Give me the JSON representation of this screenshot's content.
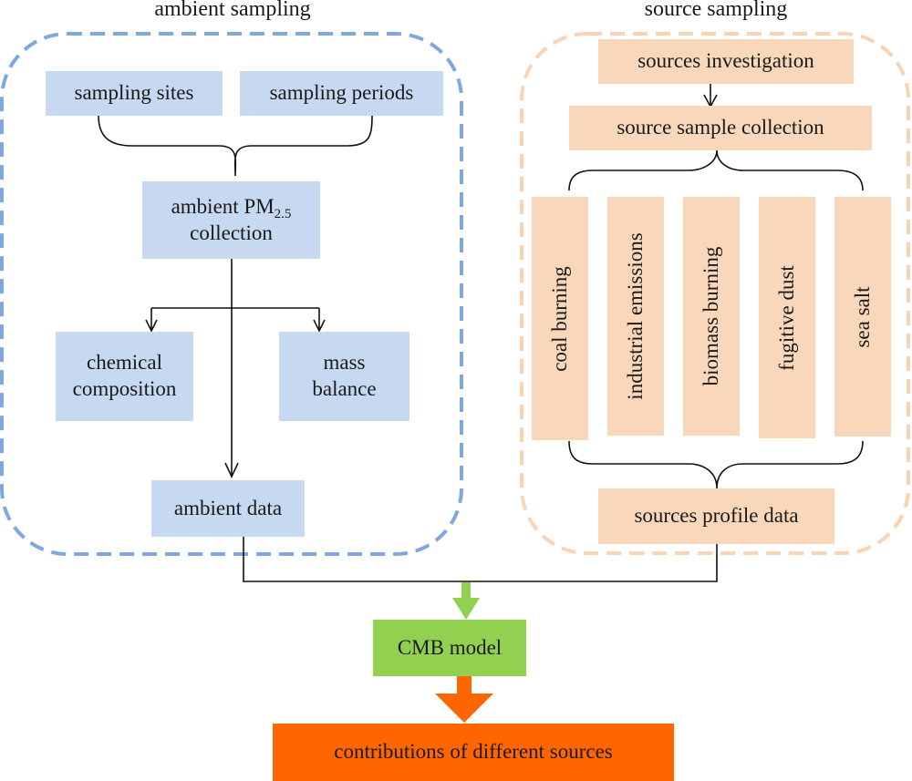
{
  "groups": {
    "ambient": {
      "title": "ambient sampling",
      "border_color": "#7fa8de",
      "fill_color": "#c6d9f0",
      "nodes": {
        "sampling_sites": "sampling sites",
        "sampling_periods": "sampling periods",
        "ambient_pm_line1_prefix": "ambient PM",
        "ambient_pm_subscript": "2.5",
        "ambient_pm_line2": "collection",
        "chemical_line1": "chemical",
        "chemical_line2": "composition",
        "mass_line1": "mass",
        "mass_line2": "balance",
        "ambient_data": "ambient data"
      }
    },
    "source": {
      "title": "source sampling",
      "border_color": "#f8d4b4",
      "fill_color": "#f8d7bb",
      "nodes": {
        "sources_investigation": "sources investigation",
        "source_sample_collection": "source sample collection",
        "categories": [
          "coal burning",
          "industrial emissions",
          "biomass burning",
          "fugitive dust",
          "sea salt"
        ],
        "sources_profile_data": "sources profile data"
      }
    }
  },
  "model": {
    "label": "CMB model",
    "color": "#92d050"
  },
  "result": {
    "label": "contributions of different sources",
    "color": "#ff6600"
  }
}
